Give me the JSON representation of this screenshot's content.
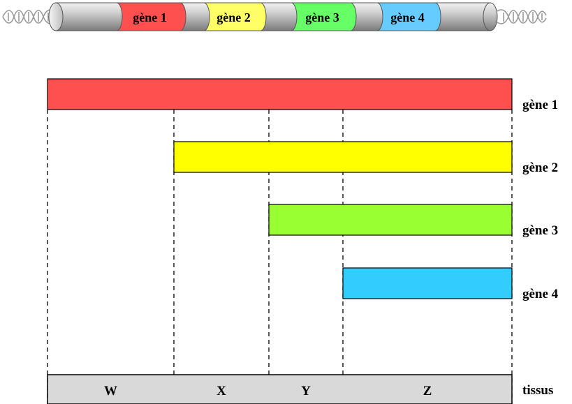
{
  "chromosome": {
    "segments": [
      {
        "label": "gène 1",
        "color": "#ff5050"
      },
      {
        "label": "gène 2",
        "color": "#ffff66"
      },
      {
        "label": "gène 3",
        "color": "#66ff66"
      },
      {
        "label": "gène 4",
        "color": "#66ccff"
      }
    ],
    "body_color": "#a6a6a6"
  },
  "genes": [
    {
      "label": "gène 1",
      "color": "#ff5050",
      "start_tissue": "W"
    },
    {
      "label": "gène 2",
      "color": "#ffff00",
      "start_tissue": "X"
    },
    {
      "label": "gène 3",
      "color": "#99ff33",
      "start_tissue": "Y"
    },
    {
      "label": "gène 4",
      "color": "#33ccff",
      "start_tissue": "Z"
    }
  ],
  "tissues": {
    "label": "tissus",
    "columns": [
      "W",
      "X",
      "Y",
      "Z"
    ],
    "fill": "#d9d9d9"
  }
}
